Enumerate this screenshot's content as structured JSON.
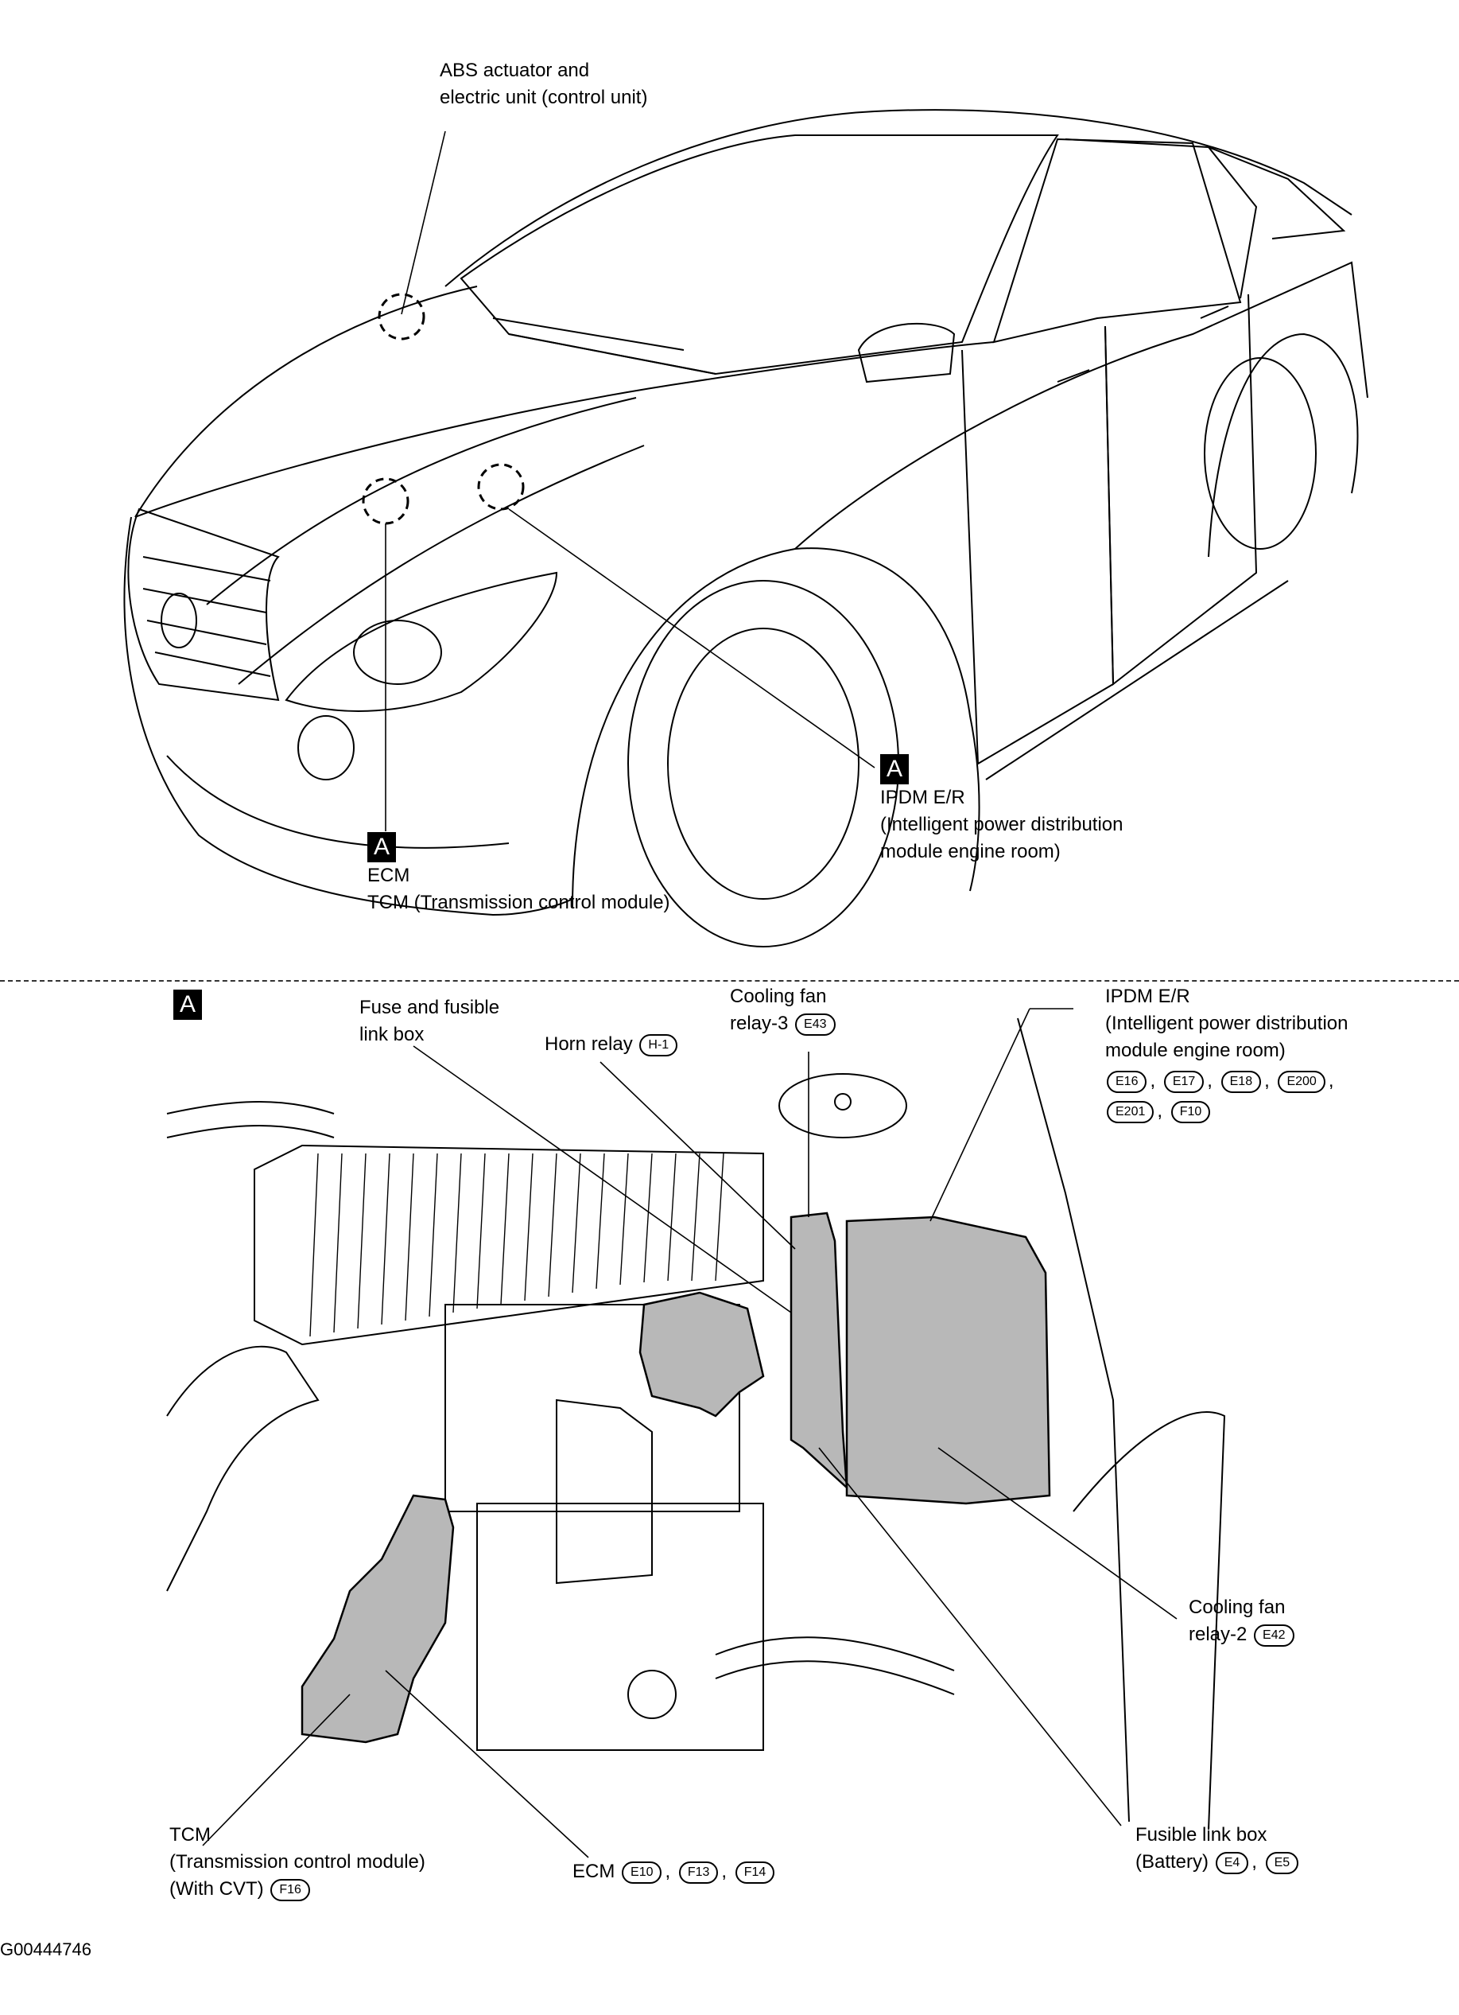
{
  "figure_id": "G00444746",
  "section_marker": "A",
  "upper_view": {
    "abs_label": {
      "line1": "ABS actuator and",
      "line2": "electric unit (control unit)"
    },
    "ipdm_label": {
      "marker": "A",
      "line1": "IPDM E/R",
      "line2": "(Intelligent power distribution",
      "line3": "module engine room)"
    },
    "ecm_label": {
      "marker": "A",
      "line1": "ECM",
      "line2": "TCM (Transmission control module)"
    }
  },
  "lower_view": {
    "marker": "A",
    "fuse_box": {
      "line1": "Fuse and fusible",
      "line2": "link box"
    },
    "horn_relay": {
      "text": "Horn relay",
      "connectors": [
        "H-1"
      ]
    },
    "cooling_fan_relay_3": {
      "line1": "Cooling fan",
      "line2": "relay-3",
      "connectors": [
        "E43"
      ]
    },
    "ipdm": {
      "line1": "IPDM E/R",
      "line2": "(Intelligent power distribution",
      "line3": "module engine room)",
      "connectors_row1": [
        "E16",
        "E17",
        "E18",
        "E200"
      ],
      "connectors_row2": [
        "E201",
        "F10"
      ]
    },
    "cooling_fan_relay_2": {
      "line1": "Cooling fan",
      "line2": "relay-2",
      "connectors": [
        "E42"
      ]
    },
    "fusible_link_box": {
      "line1": "Fusible link box",
      "line2": "(Battery)",
      "connectors": [
        "E4",
        "E5"
      ]
    },
    "ecm": {
      "text": "ECM",
      "connectors": [
        "E10",
        "F13",
        "F14"
      ]
    },
    "tcm": {
      "line1": "TCM",
      "line2": "(Transmission control module)",
      "line3": "(With CVT)",
      "connectors": [
        "F16"
      ]
    }
  }
}
